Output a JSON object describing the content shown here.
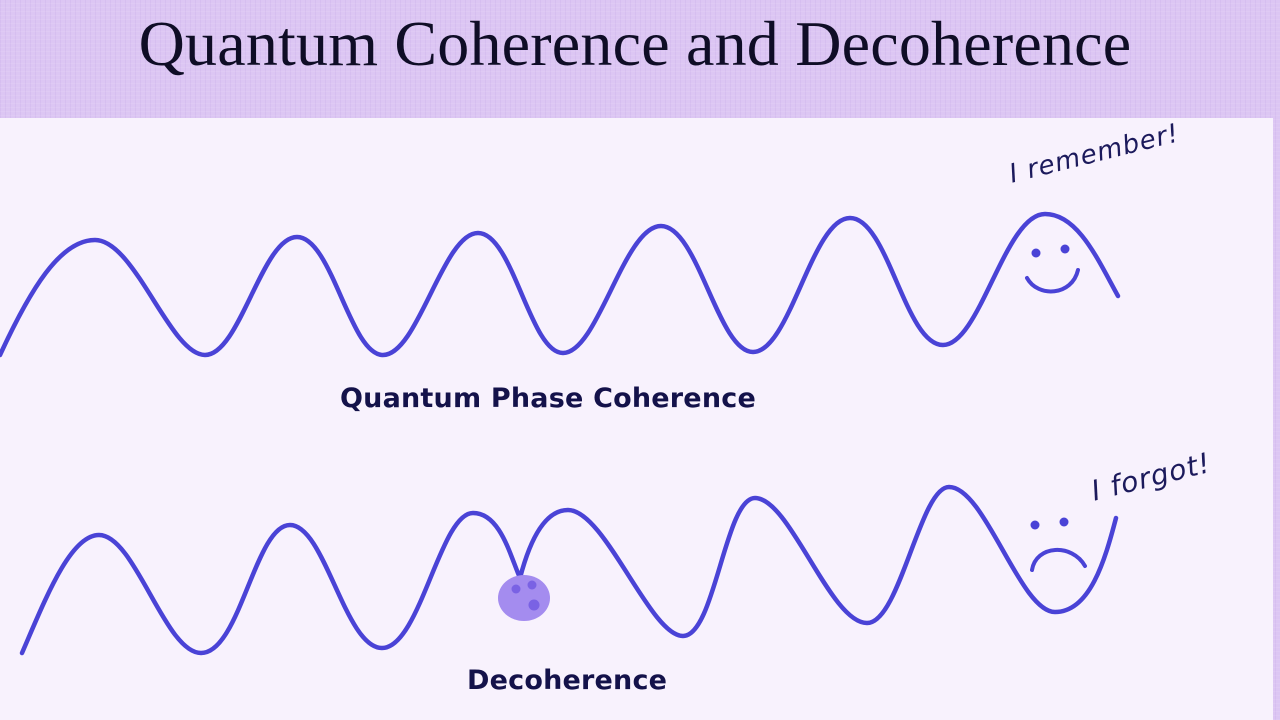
{
  "header": {
    "title": "Quantum Coherence and Decoherence"
  },
  "diagram": {
    "coherence": {
      "caption": "Quantum Phase Coherence",
      "speech": "I remember!",
      "face": "smiley-face-icon"
    },
    "decoherence": {
      "caption": "Decoherence",
      "speech": "I forgot!",
      "face": "sad-face-icon",
      "disturbance": "environment-particle"
    },
    "colors": {
      "header_background": "#dcc6f3",
      "panel_background": "#f8f2fd",
      "wave": "#4a43d6",
      "particle": "#a48cef",
      "particle_spots": "#7a62e4",
      "text_dark": "#14124a"
    }
  }
}
